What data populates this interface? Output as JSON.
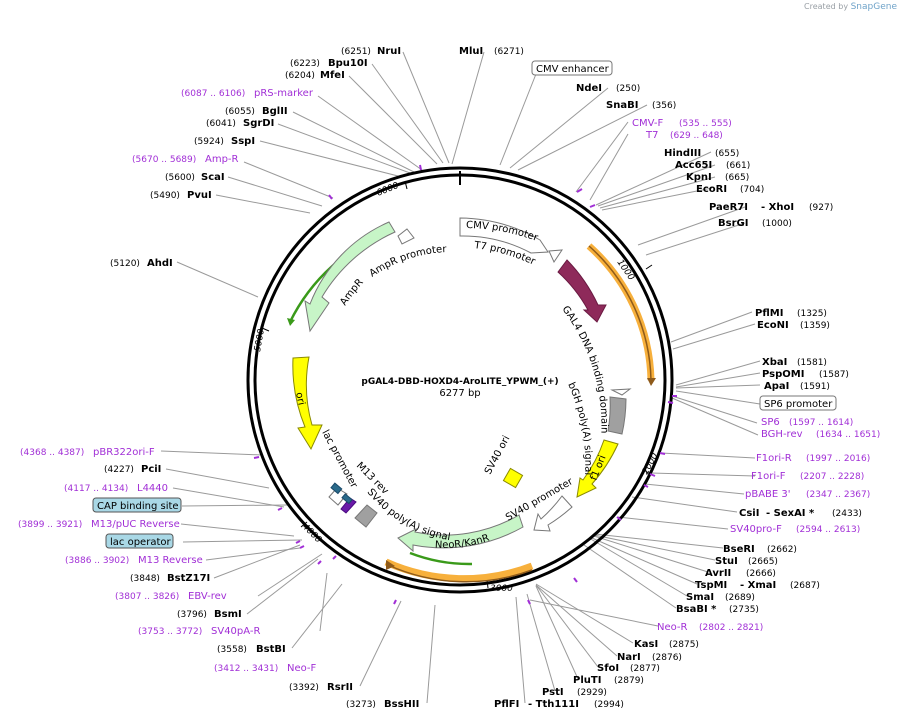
{
  "credit": {
    "prefix": "Created by",
    "brand": "SnapGene"
  },
  "plasmid": {
    "name": "pGAL4-DBD-HOXD4-AroLITE_YPWM_(+)",
    "length_label": "6277 bp"
  },
  "ticks": [
    "1000",
    "2000",
    "3000",
    "4000",
    "5000",
    "6000"
  ],
  "sites": [
    {
      "name": "NruI",
      "pos": "(6251)"
    },
    {
      "name": "MluI",
      "pos": "(6271)"
    },
    {
      "name": "Bpu10I",
      "pos": "(6223)"
    },
    {
      "name": "MfeI",
      "pos": "(6204)"
    },
    {
      "name": "BglII",
      "pos": "(6055)"
    },
    {
      "name": "SgrDI",
      "pos": "(6041)"
    },
    {
      "name": "SspI",
      "pos": "(5924)"
    },
    {
      "name": "ScaI",
      "pos": "(5600)"
    },
    {
      "name": "PvuI",
      "pos": "(5490)"
    },
    {
      "name": "AhdI",
      "pos": "(5120)"
    },
    {
      "name": "NdeI",
      "pos": "(250)"
    },
    {
      "name": "SnaBI",
      "pos": "(356)"
    },
    {
      "name": "HindIII",
      "pos": "(655)"
    },
    {
      "name": "Acc65I",
      "pos": "(661)"
    },
    {
      "name": "KpnI",
      "pos": "(665)"
    },
    {
      "name": "EcoRI",
      "pos": "(704)"
    },
    {
      "name": "PaeR7I",
      "pos": ""
    },
    {
      "name": "- XhoI",
      "pos": "(927)"
    },
    {
      "name": "BsrGI",
      "pos": "(1000)"
    },
    {
      "name": "PflMI",
      "pos": "(1325)"
    },
    {
      "name": "EcoNI",
      "pos": "(1359)"
    },
    {
      "name": "XbaI",
      "pos": "(1581)"
    },
    {
      "name": "PspOMI",
      "pos": "(1587)"
    },
    {
      "name": "ApaI",
      "pos": "(1591)"
    },
    {
      "name": "CsiI",
      "pos": ""
    },
    {
      "name": "- SexAI *",
      "pos": "(2433)"
    },
    {
      "name": "BseRI",
      "pos": "(2662)"
    },
    {
      "name": "StuI",
      "pos": "(2665)"
    },
    {
      "name": "AvrII",
      "pos": "(2666)"
    },
    {
      "name": "TspMI",
      "pos": ""
    },
    {
      "name": "- XmaI",
      "pos": "(2687)"
    },
    {
      "name": "SmaI",
      "pos": "(2689)"
    },
    {
      "name": "BsaBI *",
      "pos": "(2735)"
    },
    {
      "name": "KasI",
      "pos": "(2875)"
    },
    {
      "name": "NarI",
      "pos": "(2876)"
    },
    {
      "name": "SfoI",
      "pos": "(2877)"
    },
    {
      "name": "PluTI",
      "pos": "(2879)"
    },
    {
      "name": "PstI",
      "pos": "(2929)"
    },
    {
      "name": "PflFI",
      "pos": ""
    },
    {
      "name": "- Tth111I",
      "pos": "(2994)"
    },
    {
      "name": "BssHII",
      "pos": "(3273)"
    },
    {
      "name": "RsrII",
      "pos": "(3392)"
    },
    {
      "name": "BstBI",
      "pos": "(3558)"
    },
    {
      "name": "BsmI",
      "pos": "(3796)"
    },
    {
      "name": "BstZ17I",
      "pos": "(3848)"
    },
    {
      "name": "PciI",
      "pos": "(4227)"
    }
  ],
  "primers": [
    {
      "name": "pRS-marker",
      "pos": "(6087 .. 6106)"
    },
    {
      "name": "Amp-R",
      "pos": "(5670 .. 5689)"
    },
    {
      "name": "CMV-F",
      "pos": "(535 .. 555)"
    },
    {
      "name": "T7",
      "pos": "(629 .. 648)"
    },
    {
      "name": "SP6",
      "pos": "(1597 .. 1614)"
    },
    {
      "name": "BGH-rev",
      "pos": "(1634 .. 1651)"
    },
    {
      "name": "F1ori-R",
      "pos": "(1997 .. 2016)"
    },
    {
      "name": "F1ori-F",
      "pos": "(2207 .. 2228)"
    },
    {
      "name": "pBABE 3'",
      "pos": "(2347 .. 2367)"
    },
    {
      "name": "SV40pro-F",
      "pos": "(2594 .. 2613)"
    },
    {
      "name": "Neo-R",
      "pos": "(2802 .. 2821)"
    },
    {
      "name": "Neo-F",
      "pos": "(3412 .. 3431)"
    },
    {
      "name": "SV40pA-R",
      "pos": "(3753 .. 3772)"
    },
    {
      "name": "EBV-rev",
      "pos": "(3807 .. 3826)"
    },
    {
      "name": "M13 Reverse",
      "pos": "(3886 .. 3902)"
    },
    {
      "name": "M13/pUC Reverse",
      "pos": "(3899 .. 3921)"
    },
    {
      "name": "L4440",
      "pos": "(4117 .. 4134)"
    },
    {
      "name": "pBR322ori-F",
      "pos": "(4368 .. 4387)"
    }
  ],
  "boxed_features": [
    {
      "name": "CMV enhancer"
    },
    {
      "name": "SP6 promoter"
    },
    {
      "name": "CAP binding site"
    },
    {
      "name": "lac operator"
    }
  ],
  "features": {
    "cmv_promoter": "CMV promoter",
    "t7_promoter": "T7 promoter",
    "gal4": "GAL4 DNA binding domain",
    "bgh": "bGH poly(A) signal",
    "f1ori": "f1 ori",
    "sv40prom": "SV40 promoter",
    "sv40ori": "SV40 ori",
    "neokanr": "NeoR/KanR",
    "sv40pa": "SV40 poly(A) signal",
    "m13rev": "M13 rev",
    "lacprom": "lac promoter",
    "ori": "ori",
    "ampr": "AmpR",
    "ampr_promoter": "AmpR promoter"
  },
  "colors": {
    "site_text": "#000000",
    "primer_text": "#a12fd6",
    "ampr_fill": "#c7f5c7",
    "ori_fill": "#ffff00",
    "gal4_fill": "#8e2a5a",
    "orf_highlight": "#f6a21a",
    "bgh_fill": "#a0a0a0",
    "promoter_fill": "#ffffff",
    "cap_fill": "#a9d8e6"
  }
}
